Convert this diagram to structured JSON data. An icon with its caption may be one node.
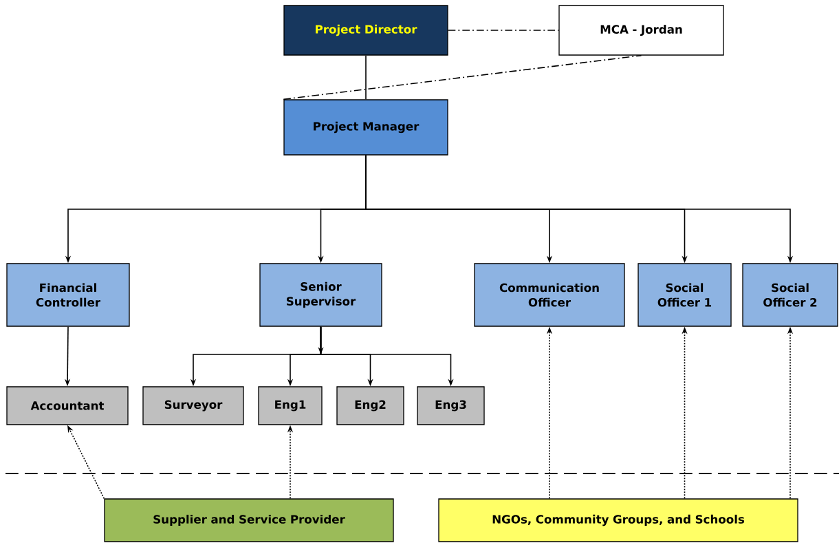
{
  "diagram": {
    "nodes": [
      {
        "text": [
          "Project Director"
        ]
      },
      {
        "text": [
          "MCA - Jordan"
        ]
      },
      {
        "text": [
          "Project Manager"
        ]
      },
      {
        "text": [
          "Financial Controller"
        ]
      },
      {
        "text": [
          "Senior Supervisor"
        ]
      },
      {
        "text": [
          "Communication Officer"
        ]
      },
      {
        "text": [
          "Social Officer 1"
        ]
      },
      {
        "text": [
          "Social Officer 2"
        ]
      },
      {
        "text": [
          "Accountant"
        ]
      },
      {
        "text": [
          "Surveyor"
        ]
      },
      {
        "text": [
          "Eng1"
        ]
      },
      {
        "text": [
          "Eng2"
        ]
      },
      {
        "text": [
          "Eng3"
        ]
      },
      {
        "text": [
          "Supplier and Service Provider"
        ]
      },
      {
        "text": [
          "NGOs, Community Groups, and Schools"
        ]
      }
    ],
    "edges": [
      {
        "from": 0,
        "to": 1,
        "arrow": "none",
        "style": "dashed"
      },
      {
        "from": 2,
        "to": 1,
        "arrow": "none",
        "style": "dashed"
      },
      {
        "from": 0,
        "to": 2,
        "arrow": "none"
      },
      {
        "from": 2,
        "to": 3,
        "arrow": "to"
      },
      {
        "from": 2,
        "to": 4,
        "arrow": "to"
      },
      {
        "from": 2,
        "to": 5,
        "arrow": "to"
      },
      {
        "from": 2,
        "to": 6,
        "arrow": "to"
      },
      {
        "from": 2,
        "to": 7,
        "arrow": "to"
      },
      {
        "from": 3,
        "to": 8,
        "arrow": "to"
      },
      {
        "from": 4,
        "to": 9,
        "arrow": "to"
      },
      {
        "from": 4,
        "to": 10,
        "arrow": "to"
      },
      {
        "from": 4,
        "to": 11,
        "arrow": "to"
      },
      {
        "from": 4,
        "to": 12,
        "arrow": "to"
      },
      {
        "from": 13,
        "to": 8,
        "arrow": "to",
        "style": "dashed"
      },
      {
        "from": 13,
        "to": 10,
        "arrow": "to",
        "style": "dashed"
      },
      {
        "from": 14,
        "to": 5,
        "arrow": "to",
        "style": "dashed"
      },
      {
        "from": 14,
        "to": 6,
        "arrow": "to",
        "style": "dashed"
      },
      {
        "from": 14,
        "to": 7,
        "arrow": "to",
        "style": "dashed"
      }
    ]
  }
}
